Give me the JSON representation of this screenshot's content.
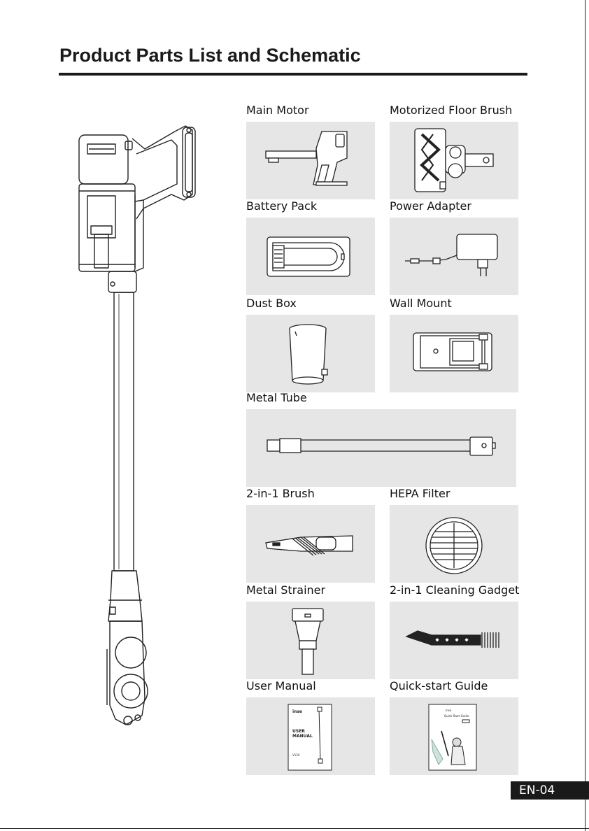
{
  "page": {
    "title": "Product Parts List and Schematic",
    "page_number": "EN-04"
  },
  "parts": [
    {
      "id": "main-motor",
      "label": "Main Motor",
      "icon": "main-motor-icon"
    },
    {
      "id": "motorized-floor-brush",
      "label": "Motorized Floor Brush",
      "icon": "floor-brush-icon"
    },
    {
      "id": "battery-pack",
      "label": "Battery Pack",
      "icon": "battery-pack-icon"
    },
    {
      "id": "power-adapter",
      "label": "Power Adapter",
      "icon": "power-adapter-icon"
    },
    {
      "id": "dust-box",
      "label": "Dust Box",
      "icon": "dust-box-icon"
    },
    {
      "id": "wall-mount",
      "label": "Wall Mount",
      "icon": "wall-mount-icon"
    },
    {
      "id": "metal-tube",
      "label": "Metal Tube",
      "icon": "metal-tube-icon"
    },
    {
      "id": "two-in-one-brush",
      "label": "2-in-1 Brush",
      "icon": "two-in-one-brush-icon"
    },
    {
      "id": "hepa-filter",
      "label": "HEPA Filter",
      "icon": "hepa-filter-icon"
    },
    {
      "id": "metal-strainer",
      "label": "Metal Strainer",
      "icon": "metal-strainer-icon"
    },
    {
      "id": "cleaning-gadget",
      "label": "2-in-1 Cleaning Gadget",
      "icon": "cleaning-gadget-icon"
    },
    {
      "id": "user-manual",
      "label": "User Manual",
      "icon": "user-manual-icon"
    },
    {
      "id": "quick-start-guide",
      "label": "Quick-start Guide",
      "icon": "quick-start-guide-icon"
    }
  ],
  "manual_cover": {
    "brand": "inse",
    "heading_line1": "USER",
    "heading_line2": "MANUAL",
    "model": "V120"
  },
  "guide_cover": {
    "brand": "inse",
    "heading": "Quick-Start Guide"
  },
  "colors": {
    "panel": "#e6e6e6",
    "ink": "#1a1a1a",
    "badge": "#1a1a1a"
  }
}
